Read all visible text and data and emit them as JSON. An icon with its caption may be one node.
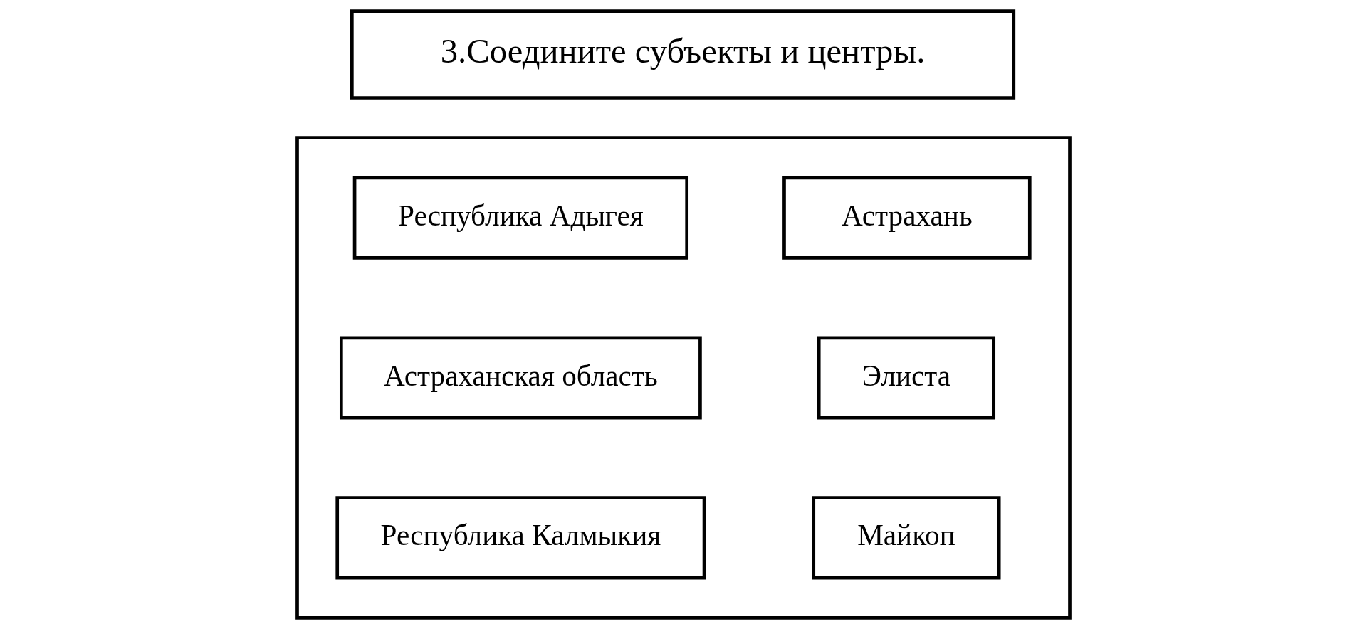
{
  "diagram": {
    "nodes": [
      {
        "text": [
          "3.Соедините субъекты и центры."
        ]
      },
      {
        "text": [],
        "shape": "box"
      },
      {
        "text": [
          "Республика Адыгея"
        ],
        "in": 1
      },
      {
        "text": [
          "Астрахань"
        ],
        "in": 1
      },
      {
        "text": [
          "Астраханская область"
        ],
        "in": 1
      },
      {
        "text": [
          "Элиста"
        ],
        "in": 1
      },
      {
        "text": [
          "Республика Калмыкия"
        ],
        "in": 1
      },
      {
        "text": [
          "Майкоп"
        ],
        "in": 1
      }
    ],
    "edges": []
  }
}
